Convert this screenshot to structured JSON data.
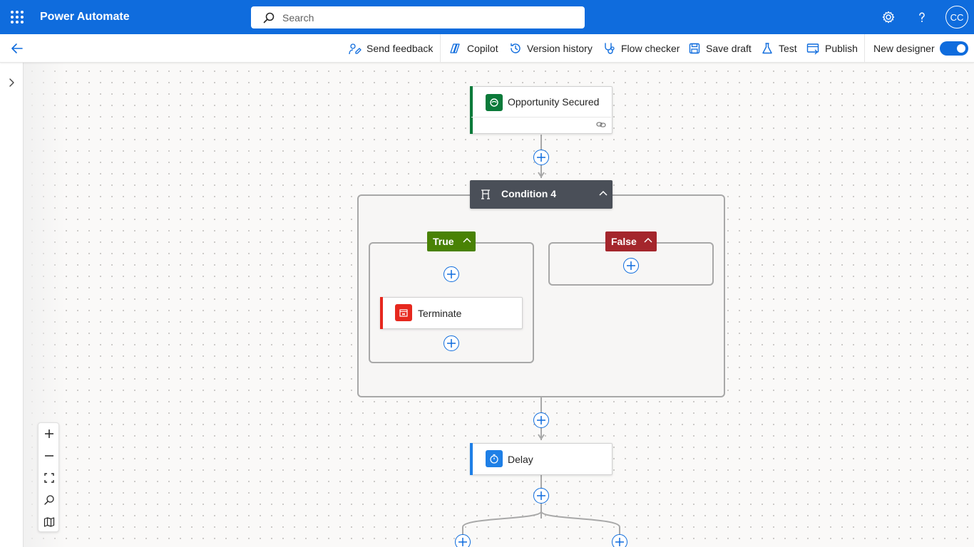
{
  "app": {
    "title": "Power Automate"
  },
  "search": {
    "placeholder": "Search"
  },
  "header": {
    "avatar_initials": "CC"
  },
  "toolbar": {
    "send_feedback": "Send feedback",
    "copilot": "Copilot",
    "version_history": "Version history",
    "flow_checker": "Flow checker",
    "save_draft": "Save draft",
    "test": "Test",
    "publish": "Publish",
    "new_designer": "New designer",
    "new_designer_on": true
  },
  "flow": {
    "trigger": {
      "label": "Opportunity Secured",
      "color": "#0b7a3a"
    },
    "condition": {
      "label": "Condition 4",
      "color": "#4a4f58"
    },
    "true_branch": {
      "label": "True",
      "color": "#498205"
    },
    "false_branch": {
      "label": "False",
      "color": "#a4262c"
    },
    "terminate": {
      "label": "Terminate",
      "color": "#e6281e"
    },
    "delay": {
      "label": "Delay",
      "color": "#1e7fe6"
    }
  },
  "colors": {
    "accent": "#0f6cdd"
  }
}
